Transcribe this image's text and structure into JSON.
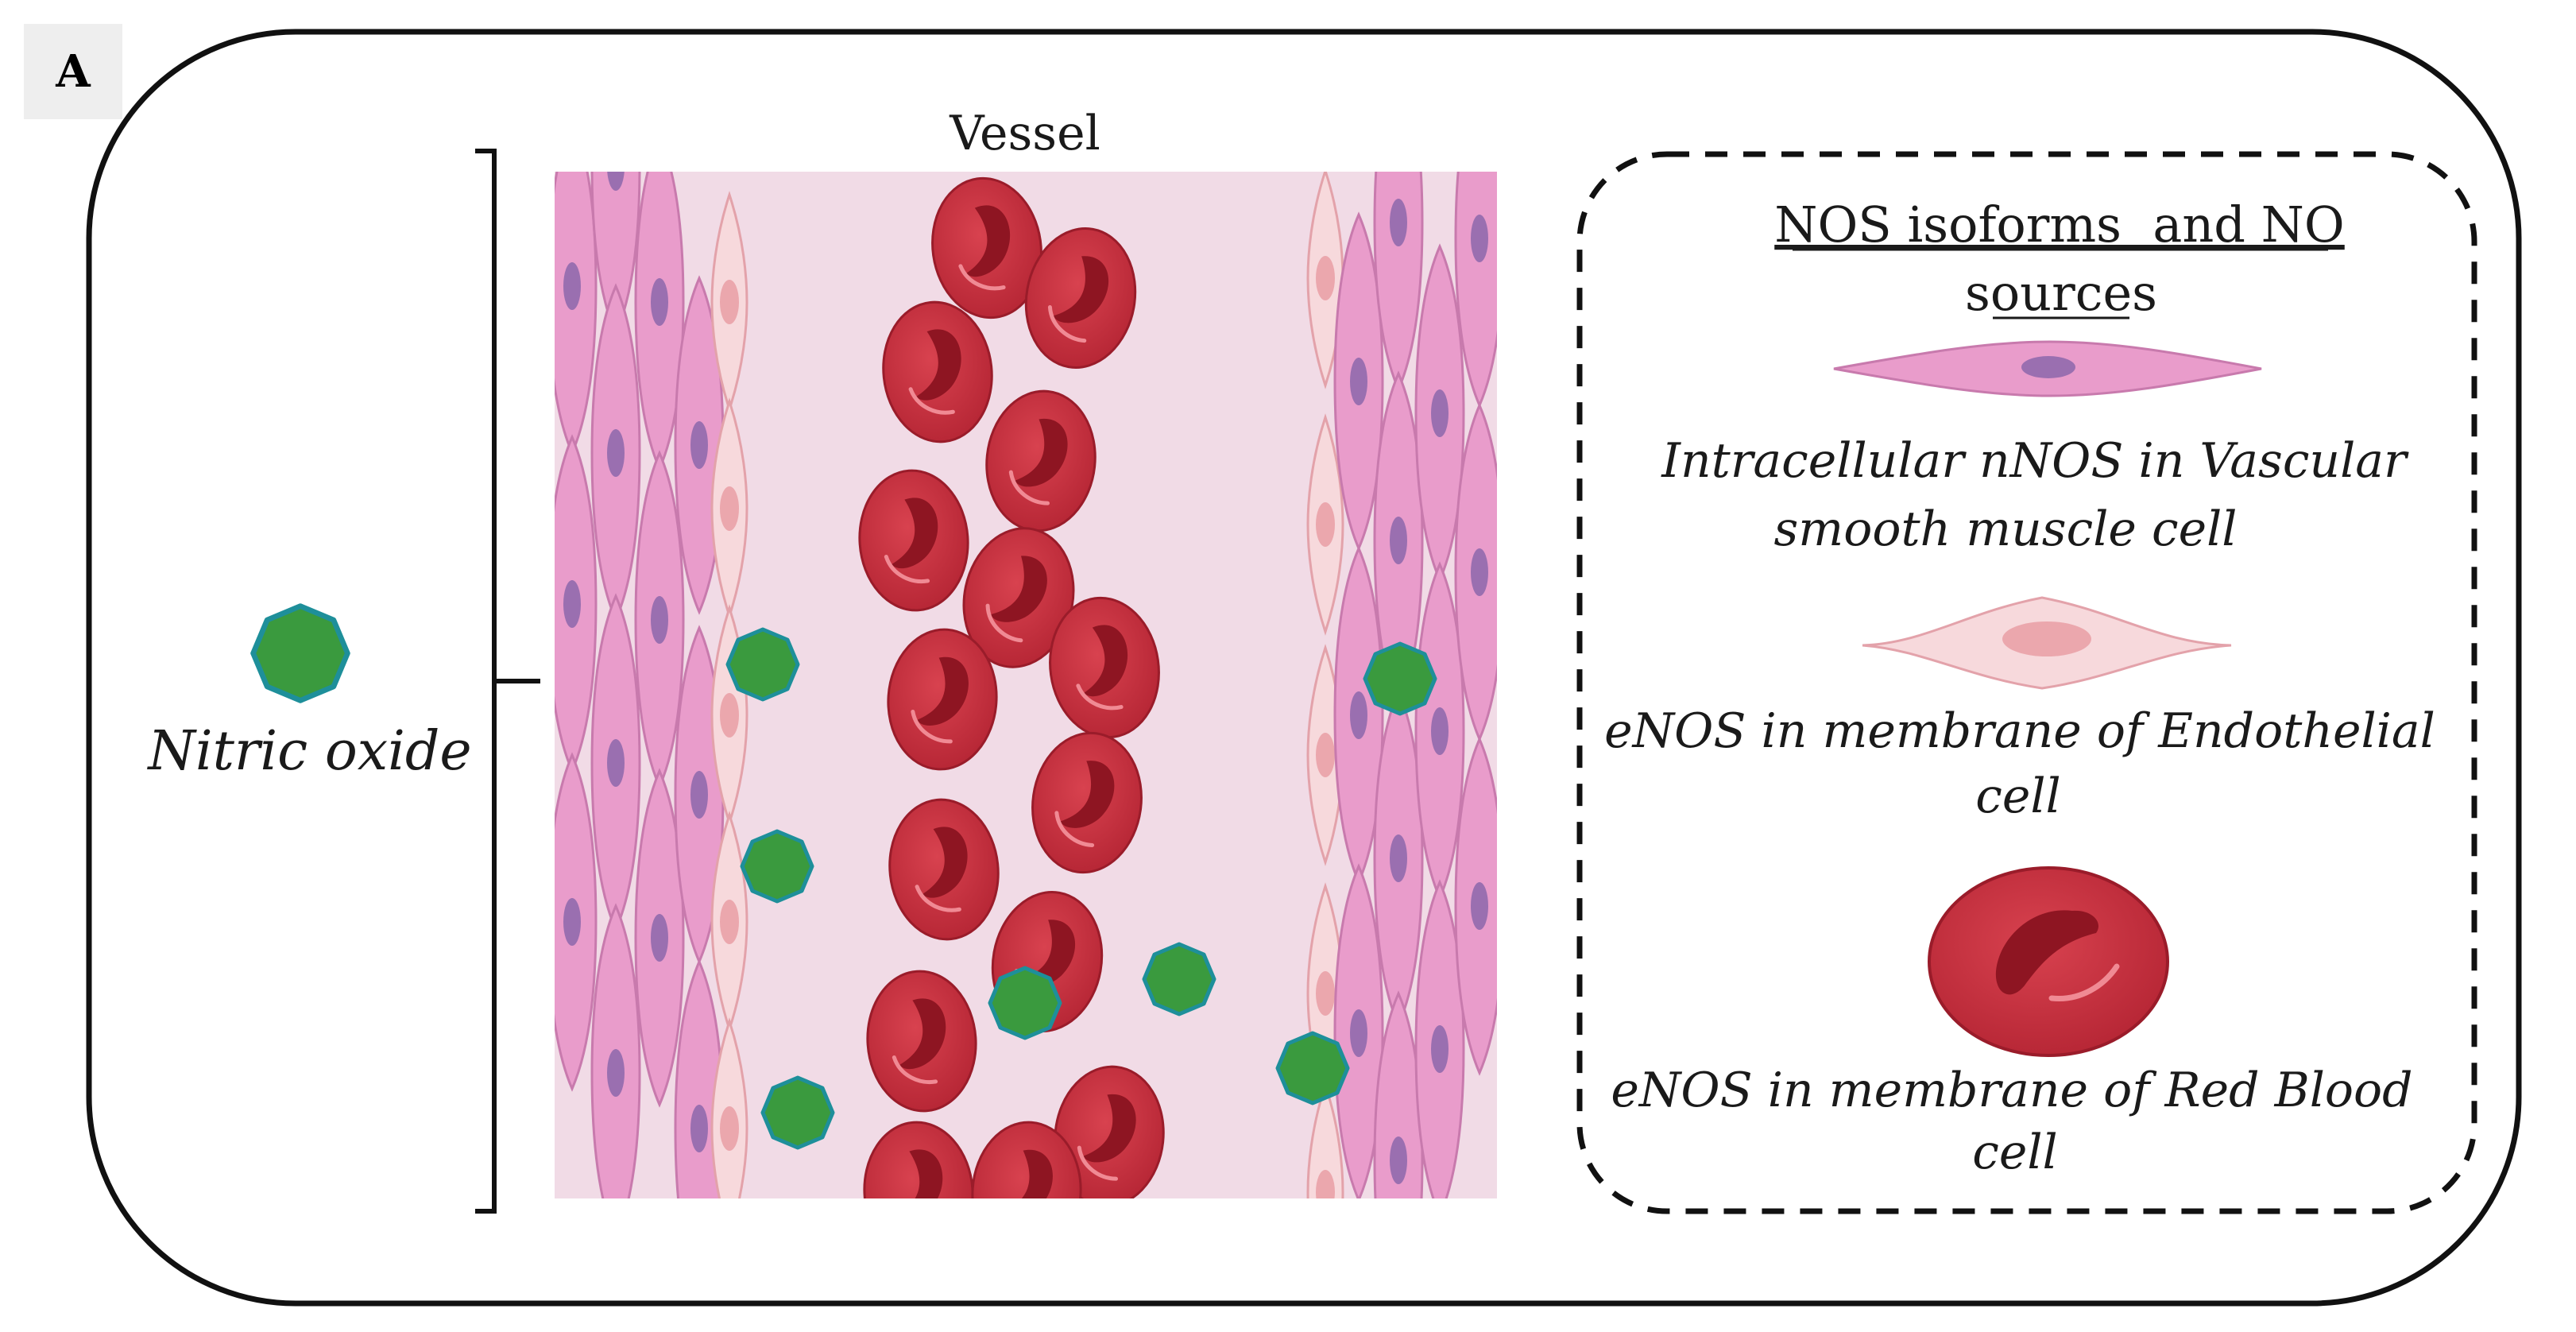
{
  "panel_label": "A",
  "vessel": {
    "title": "Vessel"
  },
  "legend_left": {
    "label": "Nitric oxide"
  },
  "legend_box": {
    "title_line1": "NOS isoforms  and NO",
    "title_line2": "sources",
    "items": [
      {
        "line1": "Intracellular nNOS in Vascular",
        "line2": "smooth muscle cell"
      },
      {
        "line1": "eNOS in membrane of Endothelial",
        "line2": "cell"
      },
      {
        "line1": "eNOS in membrane of Red Blood",
        "line2": "cell"
      }
    ]
  },
  "colors": {
    "smooth_muscle": "#e99ccb",
    "smooth_muscle_nucleus": "#9a6fb0",
    "endothelial": "#f7d9dc",
    "endothelial_nucleus": "#eba7ad",
    "rbc": "#c9313f",
    "rbc_dark": "#8e1522",
    "vessel_bg": "#f1dbe6",
    "nitric_oxide": "#3a9a3e",
    "nitric_oxide_edge": "#1e8f9a"
  }
}
